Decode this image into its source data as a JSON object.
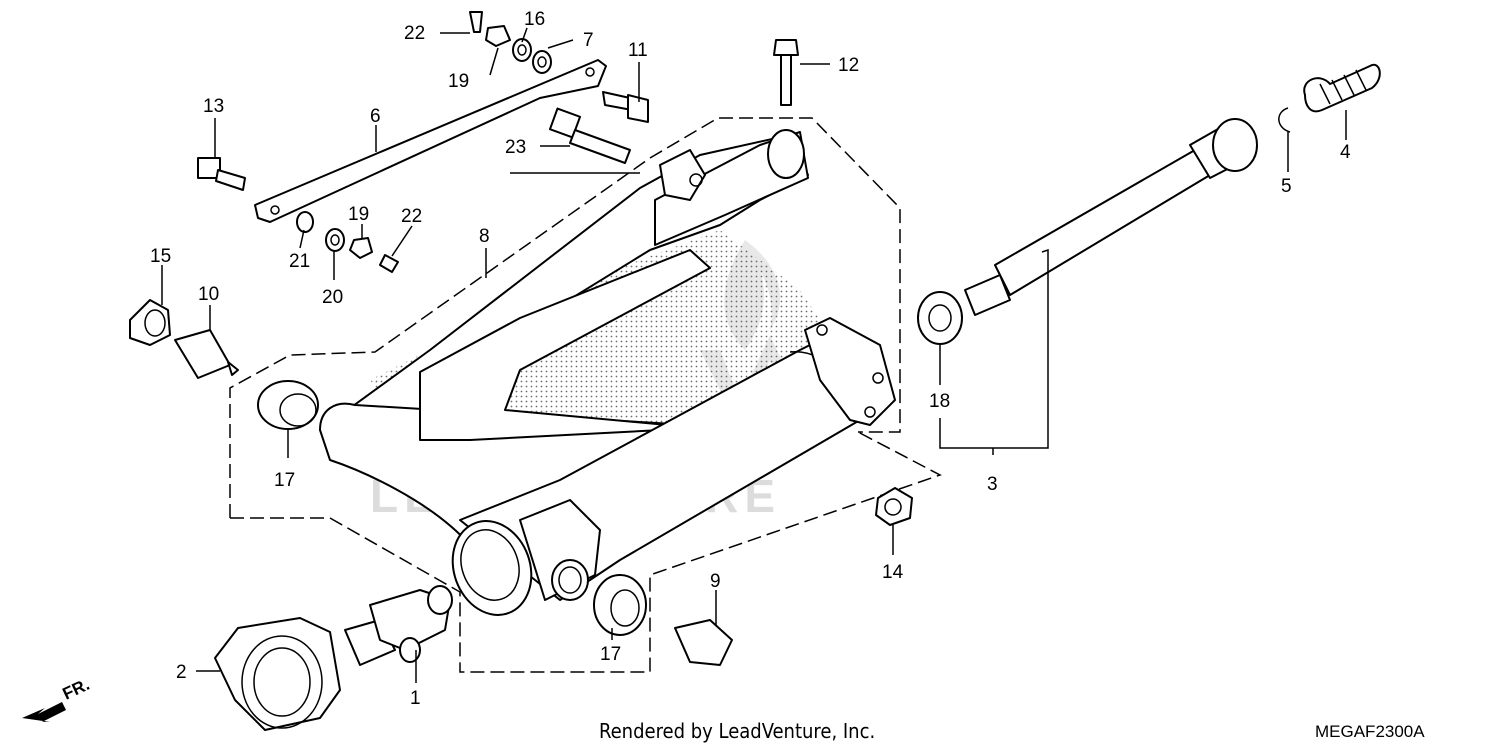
{
  "diagram": {
    "callouts": {
      "c1": "1",
      "c2": "2",
      "c3": "3",
      "c4": "4",
      "c5": "5",
      "c6": "6",
      "c7": "7",
      "c8": "8",
      "c9": "9",
      "c10": "10",
      "c11": "11",
      "c12": "12",
      "c13": "13",
      "c14": "14",
      "c15": "15",
      "c16": "16",
      "c17a": "17",
      "c17b": "17",
      "c18": "18",
      "c19a": "19",
      "c19b": "19",
      "c20": "20",
      "c21": "21",
      "c22a": "22",
      "c22b": "22",
      "c23": "23"
    },
    "direction_label": "FR.",
    "watermark": "LEADVENTURE",
    "footer": {
      "rendered_by": "Rendered by LeadVenture, Inc.",
      "diagram_code": "MEGAF2300A"
    }
  }
}
